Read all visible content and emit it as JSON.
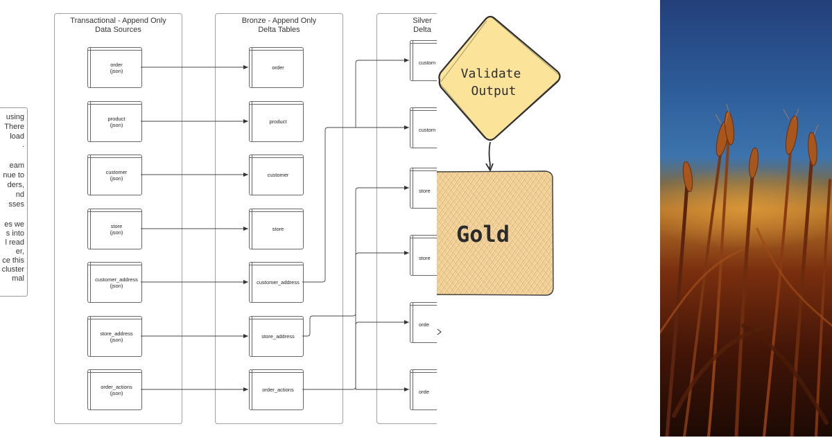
{
  "note": {
    "lines": [
      "using",
      "There",
      "load",
      ".",
      "",
      "eam",
      "nue to",
      "ders,",
      "nd",
      "sses",
      "",
      "es we",
      "s into",
      "l read",
      "er,",
      "ce this",
      "cluster",
      "mal"
    ]
  },
  "lanes": [
    {
      "title_line1": "Transactional - Append Only",
      "title_line2": "Data Sources"
    },
    {
      "title_line1": "Bronze - Append Only",
      "title_line2": "Delta Tables"
    },
    {
      "title_line1": "Silver",
      "title_line2": "Delta"
    }
  ],
  "sources": [
    {
      "name": "order",
      "format": "(json)"
    },
    {
      "name": "product",
      "format": "(json)"
    },
    {
      "name": "customer",
      "format": "(json)"
    },
    {
      "name": "store",
      "format": "(json)"
    },
    {
      "name": "customer_address",
      "format": "(json)"
    },
    {
      "name": "store_address",
      "format": "(json)"
    },
    {
      "name": "order_actions",
      "format": "(json)"
    }
  ],
  "bronze": [
    "order",
    "product",
    "customer",
    "store",
    "customer_address",
    "store_address",
    "order_actions"
  ],
  "silver": [
    "custom",
    "custom",
    "store",
    "store",
    "orde",
    "orde"
  ],
  "sketch": {
    "validate_line1": "Validate",
    "validate_line2": "Output",
    "gold": "Gold"
  }
}
